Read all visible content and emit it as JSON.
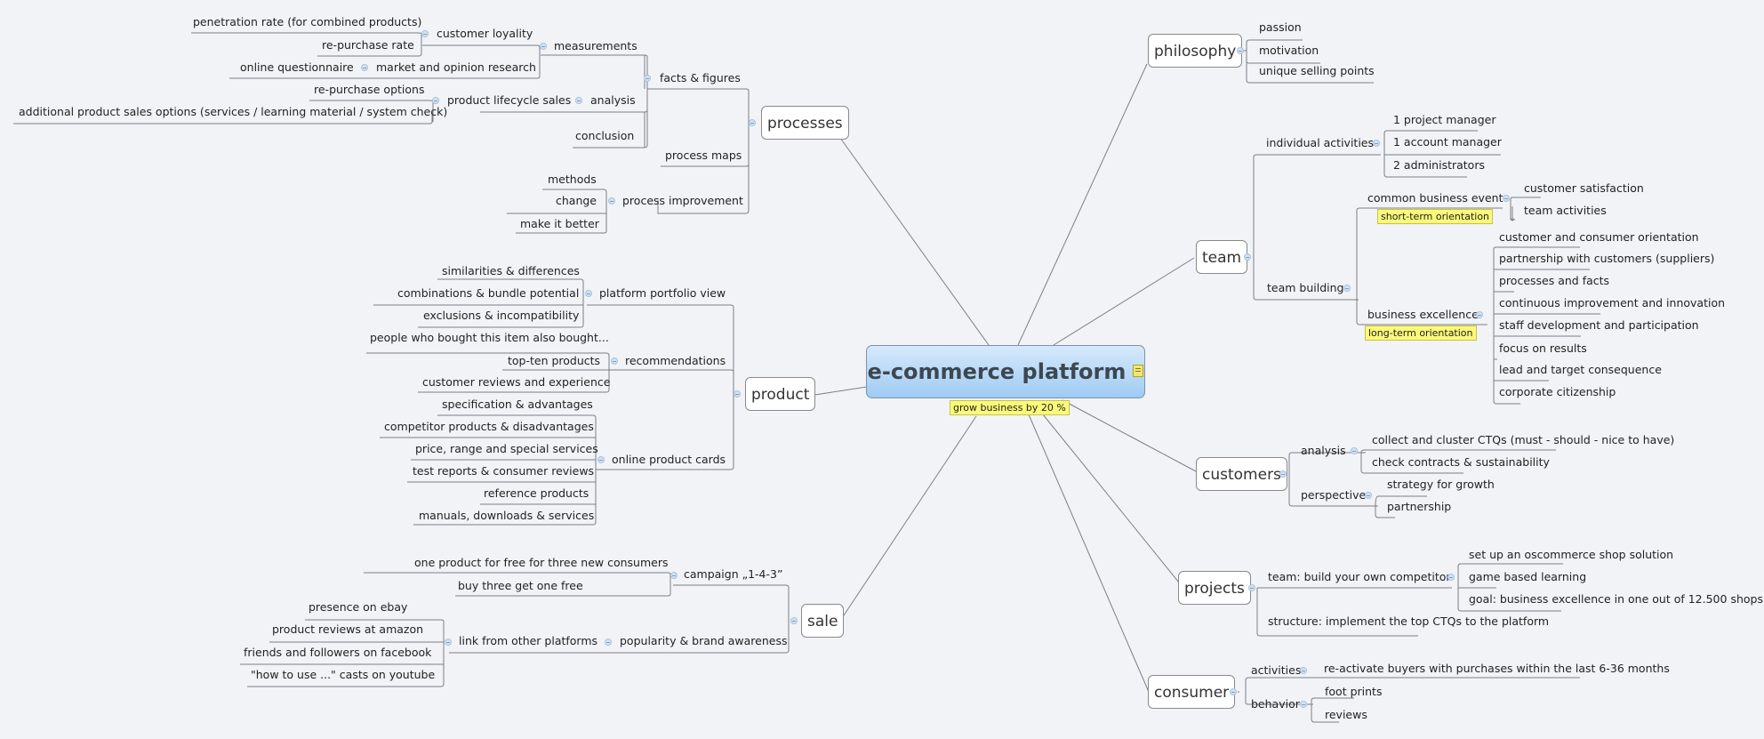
{
  "central": {
    "title": "e-commerce platform",
    "label": "grow business by 20 %",
    "icon": "note-icon"
  },
  "branches": {
    "processes": {
      "title": "processes",
      "facts": "facts & figures",
      "measurements": "measurements",
      "loyality": "customer loyality",
      "penetration": "penetration rate (for combined products)",
      "repurchase_rate": "re-purchase rate",
      "market": "market and opinion research",
      "questionnaire": "online questionnaire",
      "analysis": "analysis",
      "lifecycle": "product lifecycle sales",
      "repurchase_options": "re-purchase options",
      "additional": "additional product sales options (services / learning material / system check)",
      "conclusion": "conclusion",
      "process_maps": "process maps",
      "improvement": "process improvement",
      "methods": "methods",
      "change": "change",
      "better": "make it better"
    },
    "product": {
      "title": "product",
      "portfolio": "platform portfolio view",
      "similarities": "similarities & differences",
      "combinations": "combinations & bundle potential",
      "exclusions": "exclusions & incompatibility",
      "recommendations": "recommendations",
      "people": "people who bought this item also bought...",
      "topten": "top-ten products",
      "reviews": "customer reviews and experience",
      "cards": "online product cards",
      "spec": "specification & advantages",
      "competitor": "competitor products & disadvantages",
      "price": "price, range and special services",
      "test": "test reports & consumer reviews",
      "reference": "reference products",
      "manuals": "manuals, downloads & services"
    },
    "sale": {
      "title": "sale",
      "campaign": "campaign „1-4-3”",
      "one_free": "one product for free for three new consumers",
      "buy_three": "buy three get one free",
      "popularity": "popularity & brand awareness",
      "link": "link from other platforms",
      "ebay": "presence on ebay",
      "amazon": "product reviews at amazon",
      "facebook": "friends and followers on facebook",
      "youtube": "\"how to use ...\" casts on youtube"
    },
    "philosophy": {
      "title": "philosophy",
      "passion": "passion",
      "motivation": "motivation",
      "usp": "unique selling points"
    },
    "team": {
      "title": "team",
      "individual": "individual activities",
      "pm": "1 project manager",
      "am": "1 account manager",
      "admins": "2 administrators",
      "building": "team building",
      "event": "common business event",
      "event_label": "short-term orientation",
      "satisfaction": "customer satisfaction",
      "activities": "team activities",
      "excellence": "business excellence",
      "excellence_label": "long-term orientation",
      "ex_items": [
        "customer and consumer orientation",
        "partnership with customers (suppliers)",
        "processes and facts",
        "continuous improvement and innovation",
        "staff development and participation",
        "focus on results",
        "lead and target consequence",
        "corporate citizenship"
      ]
    },
    "customers": {
      "title": "customers",
      "analysis": "analysis",
      "ctq": "collect and cluster CTQs (must - should - nice to have)",
      "contracts": "check contracts & sustainability",
      "perspective": "perspective",
      "strategy": "strategy for growth",
      "partnership": "partnership"
    },
    "projects": {
      "title": "projects",
      "team_build": "team: build your own competitor",
      "oscommerce": "set up an oscommerce shop solution",
      "game": "game based learning",
      "goal": "goal: business excellence in one out of 12.500 shops",
      "structure": "structure: implement the top CTQs to the platform"
    },
    "consumer": {
      "title": "consumer",
      "activities": "activities",
      "reactivate": "re-activate buyers with purchases within the last 6-36 months",
      "behavior": "behavior",
      "footprints": "foot prints",
      "reviews": "reviews"
    }
  }
}
